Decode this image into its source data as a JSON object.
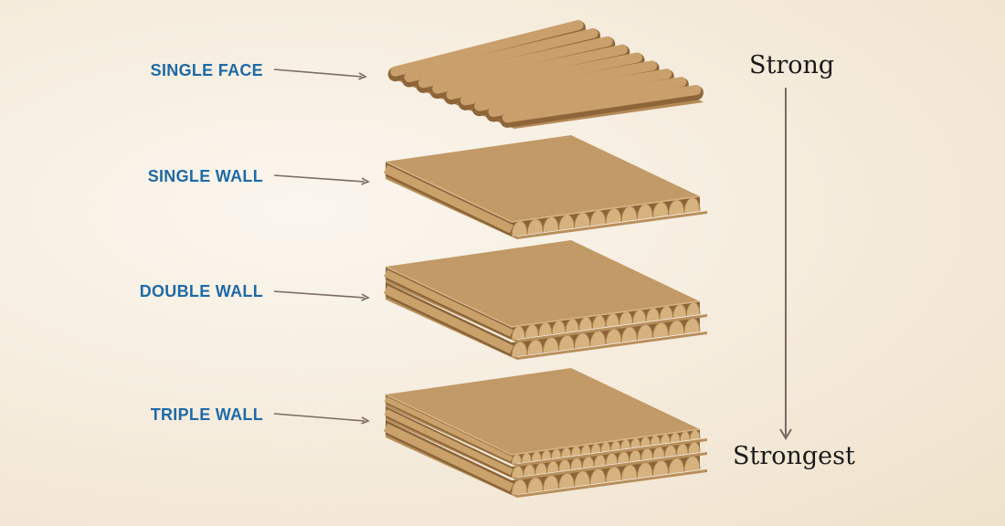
{
  "labels": [
    "SINGLE FACE",
    "SINGLE WALL",
    "DOUBLE WALL",
    "TRIPLE WALL"
  ],
  "scale": {
    "top": "Strong",
    "bottom": "Strongest"
  },
  "colors": {
    "label": "#1f6aa6",
    "board": "#c19a67",
    "arrow": "#7a6a62"
  }
}
